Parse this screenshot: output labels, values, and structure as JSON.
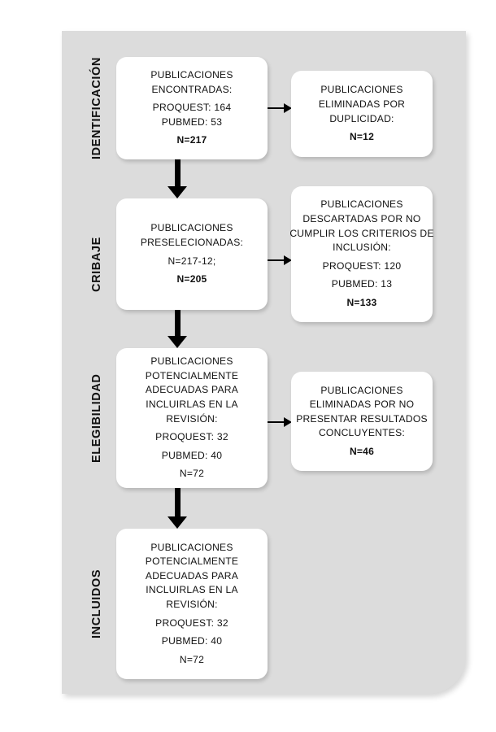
{
  "diagram": {
    "title": "PRISMA flow diagram",
    "panel_color": "#dcdcdc",
    "box_color": "#ffffff",
    "text_color": "#111111",
    "arrow_color": "#000000"
  },
  "stages": [
    {
      "id": "identificacion",
      "label": "IDENTIFICACIÓN"
    },
    {
      "id": "cribaje",
      "label": "CRIBAJE"
    },
    {
      "id": "elegibilidad",
      "label": "ELEGIBILIDAD"
    },
    {
      "id": "incluidos",
      "label": "INCLUIDOS"
    }
  ],
  "boxes": {
    "identificacion_main": {
      "lines": [
        {
          "text": "PUBLICACIONES",
          "bold": false,
          "gap": false
        },
        {
          "text": "ENCONTRADAS:",
          "bold": false,
          "gap": false
        },
        {
          "text": "PROQUEST: 164",
          "bold": false,
          "gap": true
        },
        {
          "text": "PUBMED: 53",
          "bold": false,
          "gap": false
        },
        {
          "text": "N=217",
          "bold": true,
          "gap": true
        }
      ]
    },
    "identificacion_side": {
      "lines": [
        {
          "text": "PUBLICACIONES",
          "bold": false,
          "gap": false
        },
        {
          "text": "ELIMINADAS POR",
          "bold": false,
          "gap": false
        },
        {
          "text": "DUPLICIDAD:",
          "bold": false,
          "gap": false
        },
        {
          "text": "N=12",
          "bold": true,
          "gap": true
        }
      ]
    },
    "cribaje_main": {
      "lines": [
        {
          "text": "PUBLICACIONES",
          "bold": false,
          "gap": false
        },
        {
          "text": "PRESELECIONADAS:",
          "bold": false,
          "gap": false
        },
        {
          "text": "N=217-12;",
          "bold": false,
          "gap": true
        },
        {
          "text": "N=205",
          "bold": true,
          "gap": true
        }
      ]
    },
    "cribaje_side": {
      "lines": [
        {
          "text": "PUBLICACIONES",
          "bold": false,
          "gap": false
        },
        {
          "text": "DESCARTADAS POR NO",
          "bold": false,
          "gap": false
        },
        {
          "text": "CUMPLIR LOS CRITERIOS DE",
          "bold": false,
          "gap": false
        },
        {
          "text": "INCLUSIÓN:",
          "bold": false,
          "gap": false
        },
        {
          "text": "PROQUEST: 120",
          "bold": false,
          "gap": true
        },
        {
          "text": "PUBMED: 13",
          "bold": false,
          "gap": true
        },
        {
          "text": "N=133",
          "bold": true,
          "gap": true
        }
      ]
    },
    "elegibilidad_main": {
      "lines": [
        {
          "text": "PUBLICACIONES",
          "bold": false,
          "gap": false
        },
        {
          "text": "POTENCIALMENTE",
          "bold": false,
          "gap": false
        },
        {
          "text": "ADECUADAS PARA",
          "bold": false,
          "gap": false
        },
        {
          "text": "INCLUIRLAS EN LA",
          "bold": false,
          "gap": false
        },
        {
          "text": "REVISIÓN:",
          "bold": false,
          "gap": false
        },
        {
          "text": "PROQUEST: 32",
          "bold": false,
          "gap": true
        },
        {
          "text": "PUBMED: 40",
          "bold": false,
          "gap": true
        },
        {
          "text": "N=72",
          "bold": false,
          "gap": true
        }
      ]
    },
    "elegibilidad_side": {
      "lines": [
        {
          "text": "PUBLICACIONES",
          "bold": false,
          "gap": false
        },
        {
          "text": "ELIMINADAS POR NO",
          "bold": false,
          "gap": false
        },
        {
          "text": "PRESENTAR RESULTADOS",
          "bold": false,
          "gap": false
        },
        {
          "text": "CONCLUYENTES:",
          "bold": false,
          "gap": false
        },
        {
          "text": "N=46",
          "bold": true,
          "gap": true
        }
      ]
    },
    "incluidos_main": {
      "lines": [
        {
          "text": "PUBLICACIONES",
          "bold": false,
          "gap": false
        },
        {
          "text": "POTENCIALMENTE",
          "bold": false,
          "gap": false
        },
        {
          "text": "ADECUADAS PARA",
          "bold": false,
          "gap": false
        },
        {
          "text": "INCLUIRLAS EN LA",
          "bold": false,
          "gap": false
        },
        {
          "text": "REVISIÓN:",
          "bold": false,
          "gap": false
        },
        {
          "text": "PROQUEST: 32",
          "bold": false,
          "gap": true
        },
        {
          "text": "PUBMED: 40",
          "bold": false,
          "gap": true
        },
        {
          "text": "N=72",
          "bold": false,
          "gap": true
        }
      ]
    }
  },
  "arrows": {
    "down_1_2": {
      "name": "arrow-identificacion-to-cribaje"
    },
    "down_2_3": {
      "name": "arrow-cribaje-to-elegibilidad"
    },
    "down_3_4": {
      "name": "arrow-elegibilidad-to-incluidos"
    },
    "right_1": {
      "name": "arrow-to-duplicados"
    },
    "right_2": {
      "name": "arrow-to-descartadas"
    },
    "right_3": {
      "name": "arrow-to-no-concluyentes"
    }
  }
}
